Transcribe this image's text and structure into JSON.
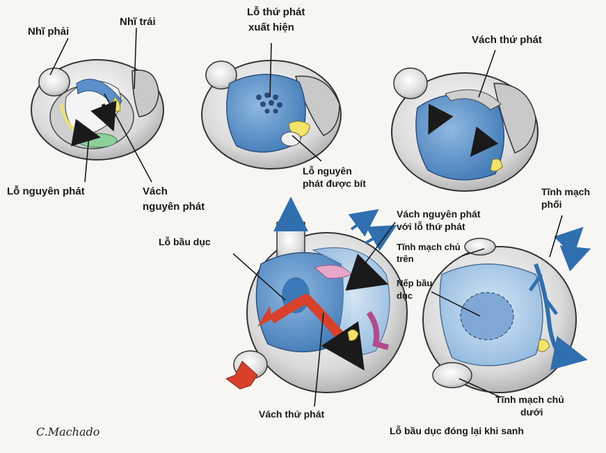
{
  "labels": {
    "nhi_phai": "Nhĩ phải",
    "nhi_trai": "Nhĩ trái",
    "lo_thu_phat_xuat_hien_1": "Lỗ thứ phát",
    "lo_thu_phat_xuat_hien_2": "xuất hiện",
    "vach_thu_phat_top": "Vách thứ phát",
    "lo_nguyen_phat": "Lỗ nguyên phát",
    "vach_nguyen_phat_1": "Vách",
    "vach_nguyen_phat_2": "nguyên phát",
    "lo_nguyen_phat_bit_1": "Lỗ nguyên",
    "lo_nguyen_phat_bit_2": "phát được bít",
    "vach_nguyen_phat_lo_1": "Vách nguyên phát",
    "vach_nguyen_phat_lo_2": "với lỗ thứ phát",
    "tinh_mach_phoi_1": "Tĩnh mạch",
    "tinh_mach_phoi_2": "phổi",
    "lo_bau_duc": "Lỗ bầu dục",
    "tinh_mach_chu_tren_1": "Tĩnh mạch chủ",
    "tinh_mach_chu_tren_2": "trên",
    "nep_bau_duc_1": "Nếp bầu",
    "nep_bau_duc_2": "dục",
    "vach_thu_phat_bottom": "Vách thứ phát",
    "tinh_mach_chu_duoi_1": "Tĩnh mạch chủ",
    "tinh_mach_chu_duoi_2": "dưới",
    "lo_bau_duc_dong": "Lỗ bầu dục đóng lại khi sanh"
  },
  "signature": "C.Machado",
  "colors": {
    "heart_wall": "#dcdcdc",
    "heart_outline": "#333333",
    "septum_blue": "#5b8fc9",
    "septum_light": "#a9c9e6",
    "highlight_yellow": "#f2e36a",
    "green": "#8ccf9a",
    "arrow_red": "#d8402a",
    "arrow_magenta": "#b24a8c",
    "vessel_blue": "#2f6fb0",
    "pink": "#e7a7c9"
  }
}
